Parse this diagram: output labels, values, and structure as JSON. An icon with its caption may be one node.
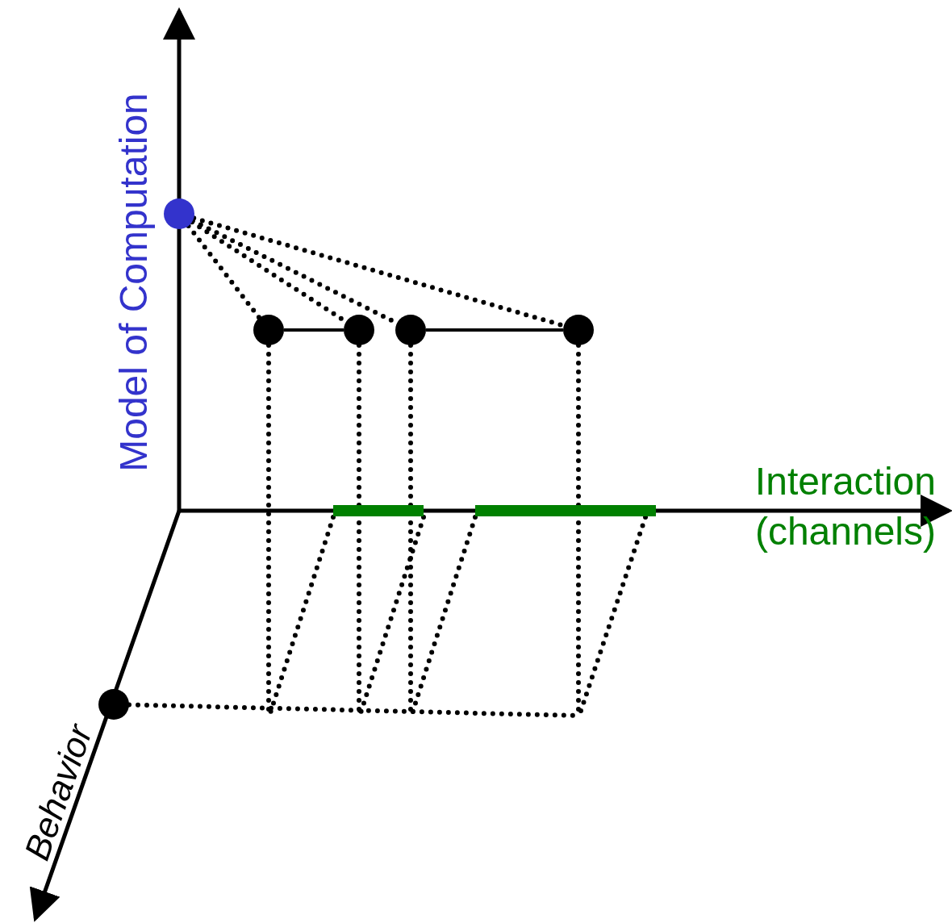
{
  "diagram": {
    "nodes": [
      {
        "text": [],
        "shape": "circle"
      },
      {
        "text": [],
        "shape": "circle"
      },
      {
        "text": [],
        "shape": "circle"
      },
      {
        "text": [],
        "shape": "circle"
      },
      {
        "text": [],
        "shape": "circle"
      },
      {
        "text": [],
        "shape": "bar"
      },
      {
        "text": [],
        "shape": "bar"
      },
      {
        "text": [],
        "shape": "circle"
      }
    ],
    "edges": [
      {
        "from": 0,
        "to": 1,
        "arrow": "none",
        "style": "dashed"
      },
      {
        "from": 0,
        "to": 2,
        "arrow": "none",
        "style": "dashed"
      },
      {
        "from": 0,
        "to": 3,
        "arrow": "none",
        "style": "dashed"
      },
      {
        "from": 0,
        "to": 4,
        "arrow": "none",
        "style": "dashed"
      },
      {
        "from": 1,
        "to": 2,
        "arrow": "none"
      },
      {
        "from": 3,
        "to": 4,
        "arrow": "none"
      },
      {
        "from": 1,
        "to": null,
        "arrow": "none",
        "style": "dashed"
      },
      {
        "from": 2,
        "to": null,
        "arrow": "none",
        "style": "dashed"
      },
      {
        "from": 3,
        "to": null,
        "arrow": "none",
        "style": "dashed"
      },
      {
        "from": 4,
        "to": null,
        "arrow": "none",
        "style": "dashed"
      },
      {
        "from": 5,
        "to": null,
        "arrow": "none",
        "style": "dashed"
      },
      {
        "from": 5,
        "to": null,
        "arrow": "none",
        "style": "dashed"
      },
      {
        "from": 6,
        "to": null,
        "arrow": "none",
        "style": "dashed"
      },
      {
        "from": 6,
        "to": null,
        "arrow": "none",
        "style": "dashed"
      },
      {
        "from": 7,
        "to": null,
        "arrow": "none",
        "style": "dashed"
      }
    ],
    "labels": [
      "Model of Computation",
      "Interaction (channels)",
      "Behavior"
    ]
  }
}
